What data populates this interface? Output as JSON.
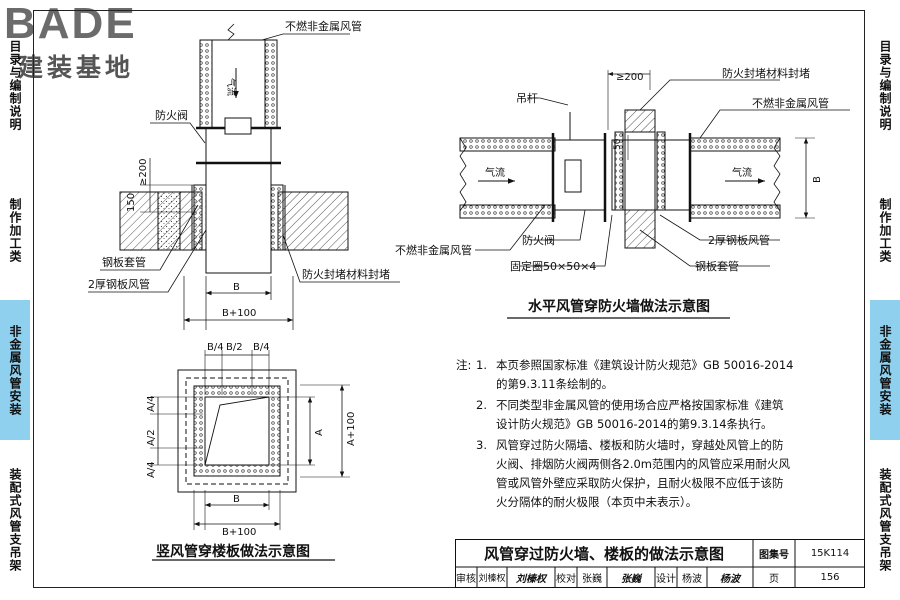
{
  "logo": {
    "brand": "BADE",
    "sub": "建装基地"
  },
  "left_tabs": [
    {
      "label": "目录与编制说明",
      "active": false
    },
    {
      "label": "制作加工类",
      "active": false
    },
    {
      "label": "非金属风管安装",
      "active": true
    },
    {
      "label": "装配式风管支吊架",
      "active": false
    }
  ],
  "right_tabs": [
    {
      "label": "目录与编制说明",
      "active": false
    },
    {
      "label": "制作加工类",
      "active": false
    },
    {
      "label": "非金属风管安装",
      "active": true
    },
    {
      "label": "装配式风管支吊架",
      "active": false
    }
  ],
  "colors": {
    "tab_active": "#8fd0ee",
    "line": "#111111",
    "hatch": "#555555"
  },
  "vertical_section": {
    "labels": {
      "nonmetal_duct": "不燃非金属风管",
      "fire_damper": "防火阀",
      "steel_sleeve": "钢板套管",
      "steel_duct_2mm": "2厚钢板风管",
      "fire_seal": "防火封堵材料封堵",
      "airflow": "气流",
      "dim_150": "150",
      "dim_200": "≥200",
      "dim_B": "B",
      "dim_B100": "B+100"
    }
  },
  "horizontal_section": {
    "title": "水平风管穿防火墙做法示意图",
    "labels": {
      "dim_200": "≥200",
      "hanger": "吊杆",
      "fire_seal": "防火封堵材料封堵",
      "nonmetal_duct_right": "不燃非金属风管",
      "airflow_left": "气流",
      "airflow_right": "气流",
      "dim_50": "50",
      "dim_B": "B",
      "nonmetal_duct_left": "不燃非金属风管",
      "fire_damper": "防火阀",
      "steel_duct_2mm": "2厚钢板风管",
      "fixing_ring": "固定圈50×50×4",
      "steel_sleeve": "钢板套管"
    }
  },
  "plan_view": {
    "title": "竖风管穿楼板做法示意图",
    "labels": {
      "b4_left": "B/4",
      "b2": "B/2",
      "b4_right": "B/4",
      "a4_top": "A/4",
      "a2": "A/2",
      "a4_bottom": "A/4",
      "dim_A": "A",
      "dim_A100": "A+100",
      "dim_B": "B",
      "dim_B100": "B+100"
    }
  },
  "notes": {
    "prefix": "注:",
    "items": [
      {
        "num": "1.",
        "lines": [
          "本页参照国家标准《建筑设计防火规范》GB 50016-2014",
          "的第9.3.11条绘制的。"
        ]
      },
      {
        "num": "2.",
        "lines": [
          "不同类型非金属风管的使用场合应严格按国家标准《建筑",
          "设计防火规范》GB 50016-2014的第9.3.14条执行。"
        ]
      },
      {
        "num": "3.",
        "lines": [
          "风管穿过防火隔墙、楼板和防火墙时，穿越处风管上的防",
          "火阀、排烟防火阀两侧各2.0m范围内的风管应采用耐火风",
          "管或风管外壁应采取防火保护，且耐火极限不应低于该防",
          "火分隔体的耐火极限（本页中未表示）。"
        ]
      }
    ]
  },
  "title_block": {
    "title": "风管穿过防火墙、楼板的做法示意图",
    "atlas_label": "图集号",
    "atlas_no": "15K114",
    "review_label": "审核",
    "reviewer": "刘榛权",
    "reviewer_sig": "刘榛权",
    "check_label": "校对",
    "checker": "张巍",
    "checker_sig": "张巍",
    "design_label": "设计",
    "designer": "杨波",
    "designer_sig": "杨波",
    "page_label": "页",
    "page_no": "156"
  }
}
